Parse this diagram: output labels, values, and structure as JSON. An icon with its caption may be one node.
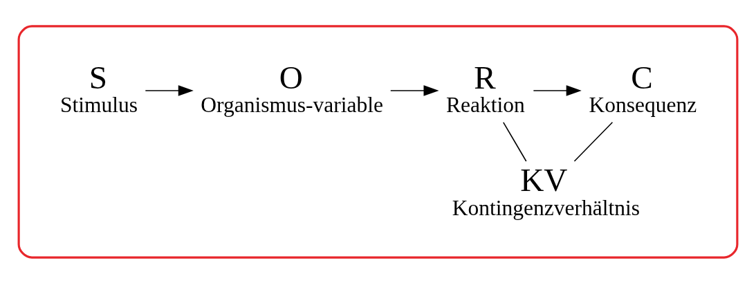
{
  "diagram": {
    "nodes": [
      {
        "text": [],
        "shape": "ellipse"
      },
      {
        "text": [
          "S",
          "Stimulus"
        ],
        "in": 0
      },
      {
        "text": [
          "O",
          "Organismus-variable"
        ],
        "in": 0
      },
      {
        "text": [
          "R",
          "Reaktion"
        ],
        "in": 0
      },
      {
        "text": [
          "C",
          "Konsequenz"
        ],
        "in": 0
      },
      {
        "text": [
          "KV",
          "Kontingenzverhältnis"
        ],
        "in": 0
      }
    ],
    "edges": [
      {
        "from": 1,
        "to": 2,
        "arrow": "to"
      },
      {
        "from": 2,
        "to": 3,
        "arrow": "to"
      },
      {
        "from": 3,
        "to": 4,
        "arrow": "to"
      },
      {
        "from": 3,
        "to": 5,
        "arrow": "none"
      },
      {
        "from": 4,
        "to": 5,
        "arrow": "none"
      }
    ]
  }
}
